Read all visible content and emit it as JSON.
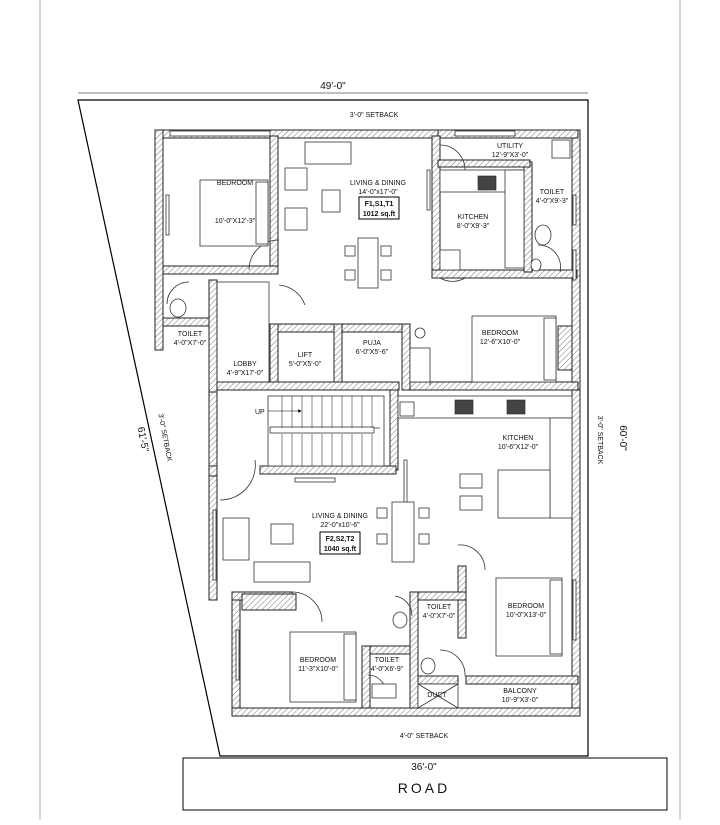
{
  "dimensions": {
    "top_width": "49'-0\"",
    "right_depth": "60'-0\"",
    "left_side": "61'-5\"",
    "bottom_width": "36'-0\""
  },
  "setbacks": {
    "top": "3'-0\" SETBACK",
    "left": "3'-0\" SETBACK",
    "right": "3'-0\" SETBACK",
    "bottom": "4'-0\" SETBACK"
  },
  "road": "ROAD",
  "up_label": "UP",
  "rooms": {
    "bedroom_nw": {
      "name": "BEDROOM",
      "size": "10'-0\"X12'-3\""
    },
    "living_top": {
      "name": "LIVING & DINING",
      "size": "14'-0\"x17'-0\""
    },
    "unit_top": {
      "line1": "F1,S1,T1",
      "line2": "1012 sq.ft"
    },
    "utility": {
      "name": "UTILITY",
      "size": "12'-9\"X3'-0\""
    },
    "toilet_ne": {
      "name": "TOILET",
      "size": "4'-0\"X9'-3\""
    },
    "kitchen_top": {
      "name": "KITCHEN",
      "size": "8'-0\"X9'-3\""
    },
    "toilet_w": {
      "name": "TOILET",
      "size": "4'-0\"X7'-0\""
    },
    "lobby": {
      "name": "LOBBY",
      "size": "4'-9\"X17'-0\""
    },
    "lift": {
      "name": "LIFT",
      "size": "5'-0\"X5'-0\""
    },
    "puja": {
      "name": "PUJA",
      "size": "6'-0\"X5'-6\""
    },
    "bedroom_e": {
      "name": "BEDROOM",
      "size": "12'-6\"X10'-0\""
    },
    "kitchen_bottom": {
      "name": "KITCHEN",
      "size": "10'-6\"X12'-0\""
    },
    "living_bottom": {
      "name": "LIVING & DINING",
      "size": "22'-0\"x10'-6\""
    },
    "unit_bottom": {
      "line1": "F2,S2,T2",
      "line2": "1040 sq.ft"
    },
    "toilet_mid": {
      "name": "TOILET",
      "size": "4'-0\"X7'-0\""
    },
    "bedroom_se": {
      "name": "BEDROOM",
      "size": "10'-0\"X13'-0\""
    },
    "bedroom_sw": {
      "name": "BEDROOM",
      "size": "11'-3\"X10'-0\""
    },
    "toilet_s": {
      "name": "TOILET",
      "size": "4'-0\"X6'-9\""
    },
    "duct": {
      "name": "DUCT"
    },
    "balcony": {
      "name": "BALCONY",
      "size": "10'-9\"X3'-0\""
    }
  }
}
